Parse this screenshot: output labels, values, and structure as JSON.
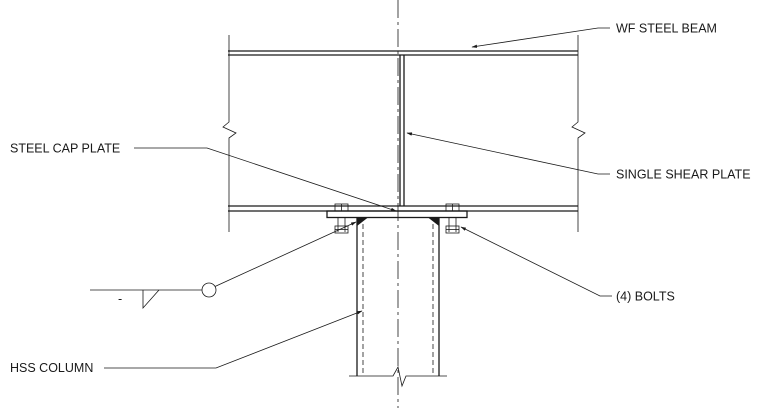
{
  "labels": {
    "wf_steel_beam": "WF STEEL BEAM",
    "steel_cap_plate": "STEEL CAP PLATE",
    "single_shear_plate": "SINGLE SHEAR PLATE",
    "bolts": "(4) BOLTS",
    "hss_column": "HSS COLUMN",
    "weld_symbol_mark": "-"
  },
  "colors": {
    "line": "#1a1a1a",
    "background": "#ffffff"
  }
}
